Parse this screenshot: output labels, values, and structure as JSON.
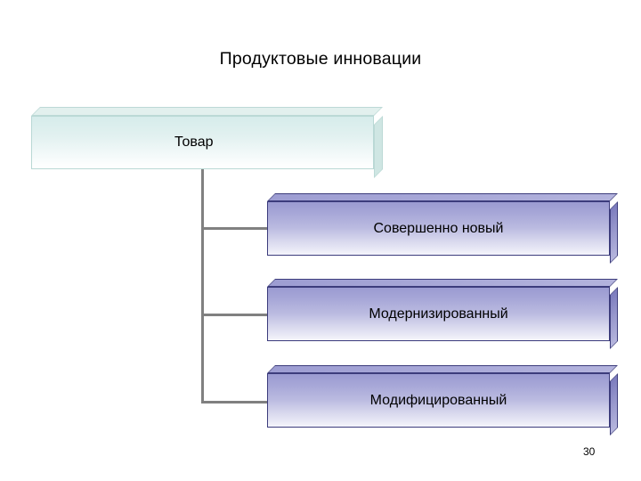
{
  "slide": {
    "title": "Продуктовые инновации",
    "page_number": "30",
    "background_color": "#ffffff"
  },
  "diagram": {
    "type": "hierarchy-tree",
    "root": {
      "label": "Товар",
      "fill_top_color": "#d6eceb",
      "fill_bottom_color": "#ffffff",
      "border_color": "#b9d8d5"
    },
    "children": [
      {
        "label": "Совершенно новый",
        "fill_top_color": "#9a9ad1",
        "fill_bottom_color": "#f4f4fb",
        "border_color": "#3c3c7c"
      },
      {
        "label": "Модернизированный",
        "fill_top_color": "#9a9ad1",
        "fill_bottom_color": "#f4f4fb",
        "border_color": "#3c3c7c"
      },
      {
        "label": "Модифицированный",
        "fill_top_color": "#9a9ad1",
        "fill_bottom_color": "#f4f4fb",
        "border_color": "#3c3c7c"
      }
    ],
    "connector_color": "#808080"
  }
}
